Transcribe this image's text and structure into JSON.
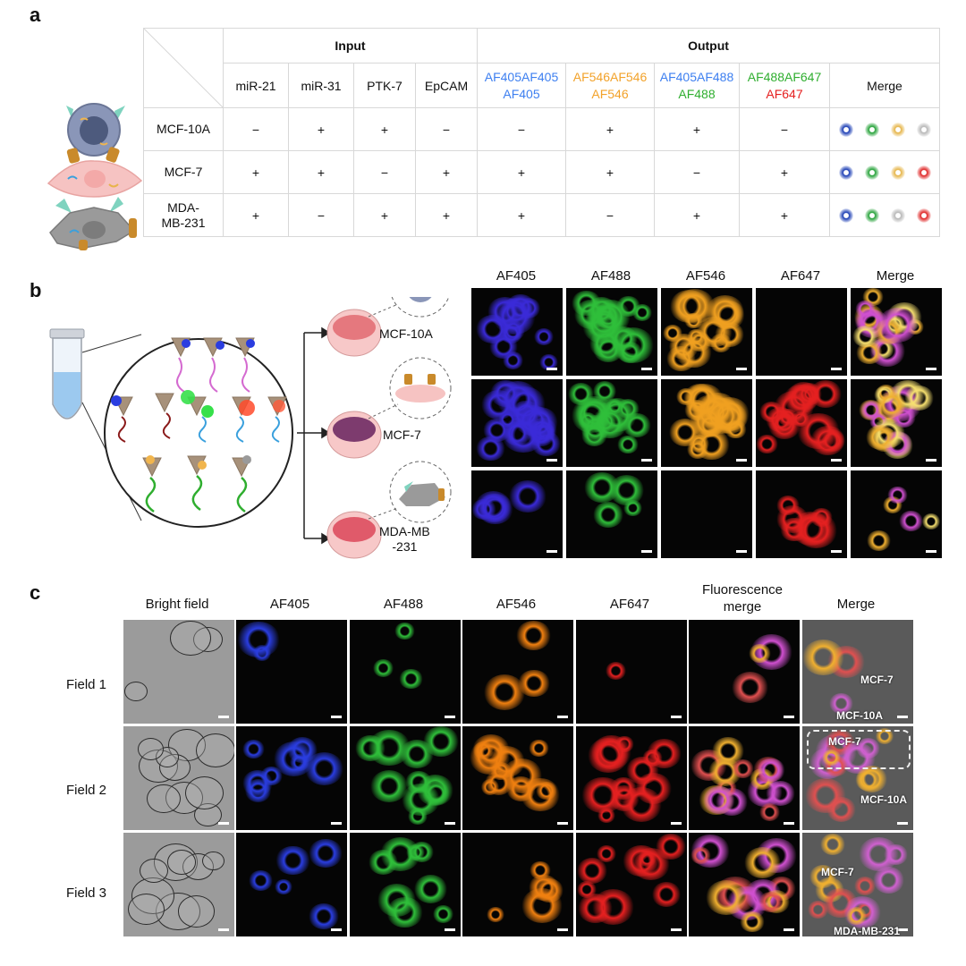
{
  "panels": {
    "a": "a",
    "b": "b",
    "c": "c"
  },
  "table": {
    "input_header": "Input",
    "output_header": "Output",
    "input_cols": [
      "miR-21",
      "miR-31",
      "PTK-7",
      "EpCAM"
    ],
    "output_cols": [
      [
        "AF405AF405",
        "AF405"
      ],
      [
        "AF546AF546",
        "AF546"
      ],
      [
        "AF405AF488",
        "AF488"
      ],
      [
        "AF488AF647",
        "AF647"
      ]
    ],
    "merge_header": "Merge",
    "rows": [
      {
        "name": "MCF-10A",
        "name2": "",
        "signs": [
          "−",
          "+",
          "+",
          "−",
          "−",
          "+",
          "+",
          "−"
        ]
      },
      {
        "name": "MCF-7",
        "name2": "",
        "signs": [
          "+",
          "+",
          "−",
          "+",
          "+",
          "+",
          "−",
          "+"
        ]
      },
      {
        "name": "MDA-",
        "name2": "MB-231",
        "signs": [
          "+",
          "−",
          "+",
          "+",
          "+",
          "−",
          "+",
          "+"
        ]
      }
    ],
    "merge_colors": [
      [
        "#1d3fb5",
        "#27a33a",
        "#e6b54a",
        "#b8b8b8"
      ],
      [
        "#1d3fb5",
        "#27a33a",
        "#e6b54a",
        "#e02828"
      ],
      [
        "#1d3fb5",
        "#27a33a",
        "#b8b8b8",
        "#e02828"
      ]
    ]
  },
  "panel_b": {
    "dish_labels": [
      "MCF-10A",
      "MCF-7",
      "MDA-MB",
      "-231"
    ],
    "channels": [
      "AF405",
      "AF488",
      "AF546",
      "AF647",
      "Merge"
    ]
  },
  "panel_c": {
    "columns": [
      "Bright field",
      "AF405",
      "AF488",
      "AF546",
      "AF647",
      "Fluorescence",
      "merge",
      "Merge"
    ],
    "fields": [
      "Field 1",
      "Field 2",
      "Field 3"
    ],
    "annotations": {
      "f1_mcf7": "MCF-7",
      "f1_mcf10a": "MCF-10A",
      "f2_mcf7": "MCF-7",
      "f2_mcf10a": "MCF-10A",
      "f3_mcf7": "MCF-7",
      "f3_mda": "MDA-MB-231"
    }
  },
  "colors": {
    "blue": "#3d7ff0",
    "orange": "#f2a22a",
    "green": "#2fae2f",
    "red": "#e52020"
  }
}
